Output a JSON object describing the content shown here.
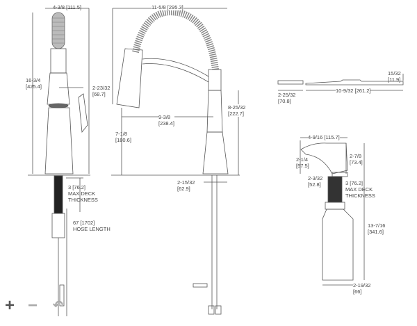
{
  "faucet_side": {
    "width_dim": "4-3/8  [111.5]",
    "height_dim": [
      "16-3/4",
      "[425.4]"
    ],
    "handle_dim": [
      "2-23/32",
      "[68.7]"
    ],
    "deck_dim": [
      "3  [76.2]",
      "MAX DECK",
      "THICKNESS"
    ],
    "hose_dim": [
      "67  [1702]",
      "HOSE LENGTH"
    ]
  },
  "faucet_front": {
    "width_dim": "11-5/8 [295.3]",
    "reach_dim": [
      "9-3/8",
      "[238.4]"
    ],
    "spout_height_dim": [
      "7-1/8",
      "[180.6]"
    ],
    "body_height_dim": [
      "8-25/32",
      "[222.7]"
    ],
    "base_dim": [
      "2-15/32",
      "[62.9]"
    ]
  },
  "deckplate": {
    "side_dim": [
      "2-25/32",
      "[70.8]"
    ],
    "length_dim": "10-9/32  [261.2]",
    "thickness_dim": [
      "15/32",
      "[11.9]"
    ]
  },
  "soap_dispenser": {
    "width_dim": "4-9/16  [115.7]",
    "head_height_dim": [
      "2-1/4",
      "[57.5]"
    ],
    "head_total_dim": [
      "2-7/8",
      "[73.4]"
    ],
    "shank_dim": [
      "2-3/32",
      "[52.8]"
    ],
    "deck_dim": [
      "3 [76.2]",
      "MAX DECK",
      "THICKNESS"
    ],
    "total_height_dim": [
      "13-7/16",
      "[341.6]"
    ],
    "bottle_dim": [
      "2-19/32",
      "[66]"
    ]
  },
  "controls": {
    "zoom_in": "+",
    "zoom_out": "−",
    "rotate": "↶"
  }
}
